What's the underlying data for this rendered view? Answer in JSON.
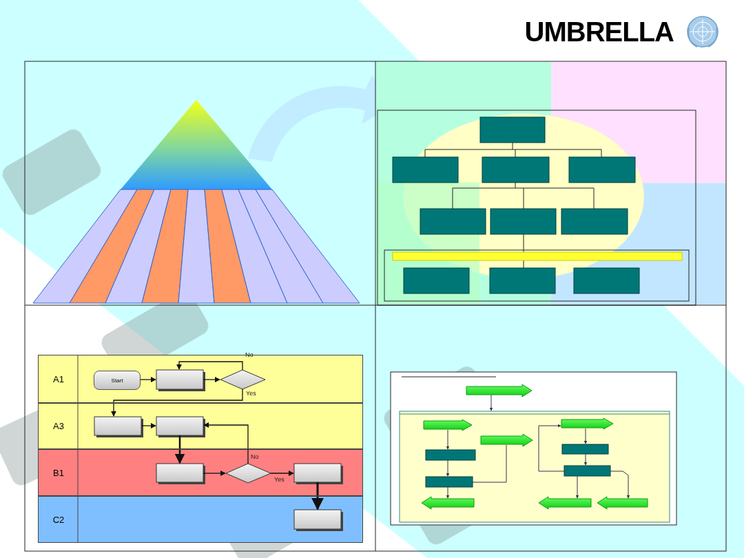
{
  "diagram": {
    "title": "UMBRELLA",
    "nodes": [
      {
        "text": [
          "A1"
        ]
      },
      {
        "text": [
          "Start"
        ],
        "in": 0
      },
      {
        "text": [
          "A3"
        ]
      },
      {
        "text": [
          "B1"
        ]
      },
      {
        "text": [
          "C2"
        ]
      }
    ],
    "labels": [
      "No",
      "Yes",
      "No",
      "Yes"
    ]
  }
}
